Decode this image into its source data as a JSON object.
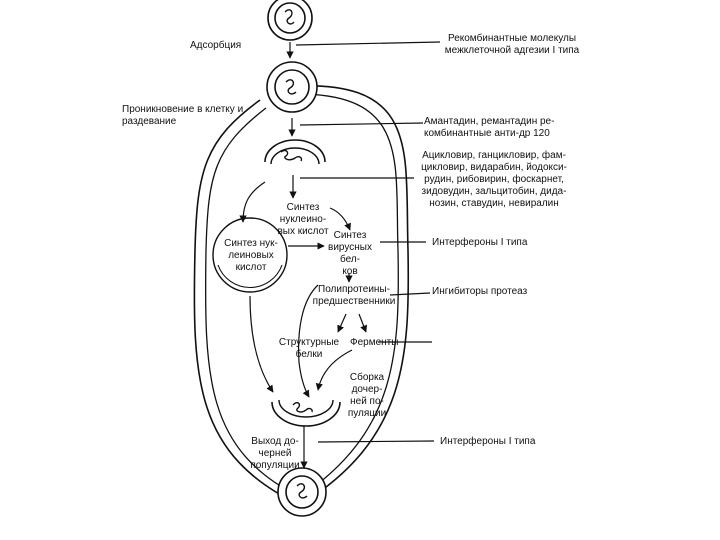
{
  "stages": {
    "adsorption": "Адсорбция",
    "penetration": "Проникновение в клетку и\nраздевание",
    "nucleic_synthesis_cyto": "Синтез\nнуклеино-\nвых кислот",
    "nucleic_synthesis_nucleus": "Синтез нук-\nлеиновых\nкислот",
    "protein_synthesis": "Синтез\nвирусных\nбел-\nков",
    "polyprotein": "Полипротеины-\nпредшественники",
    "structural_proteins": "Структурные\nбелки",
    "enzymes": "Ферменты",
    "assembly": "Сборка\nдочер-\nней по-\nпуляции",
    "release": "Выход до-\nчерней\nпопуляции"
  },
  "inhibitors": {
    "adhesion": "Рекомбинантные молекулы\nмежклеточной адгезии I типа",
    "amantadine": "Амантадин, ремантадин ре-\nкомбинантные анти-др 120",
    "nucleosides": "Ацикловир, ганцикловир, фам-\nцикловир, видарабин, йодокси-\nрудин, рибовирин, фоскарнет,\nзидовудин, зальцитобин, дида-\nнозин, ставудин, невиралин",
    "interferon_1": "Интерфероны I типа",
    "protease": "Ингибиторы протеаз",
    "interferon_2": "Интерфероны I типа"
  }
}
